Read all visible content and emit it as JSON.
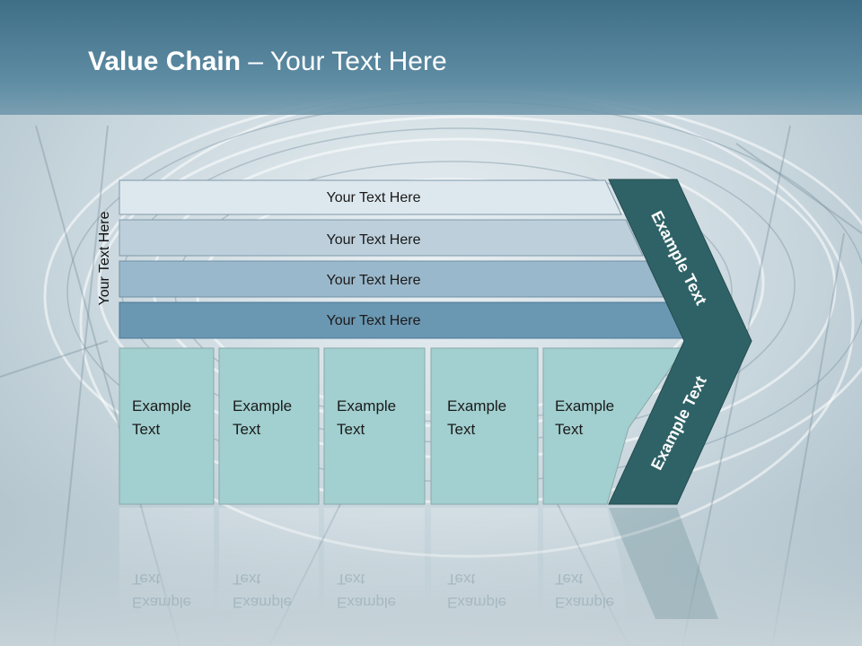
{
  "title": {
    "bold": "Value Chain",
    "rest": " – Your Text Here"
  },
  "side_label": "Your Text Here",
  "rows": [
    {
      "label": "Your Text Here",
      "fill": "#dde8ee"
    },
    {
      "label": "Your Text Here",
      "fill": "#bccfdb"
    },
    {
      "label": "Your Text Here",
      "fill": "#9ab8cb"
    },
    {
      "label": "Your Text Here",
      "fill": "#6a97b2"
    }
  ],
  "columns": [
    {
      "line1": "Example",
      "line2": "Text"
    },
    {
      "line1": "Example",
      "line2": "Text"
    },
    {
      "line1": "Example",
      "line2": "Text"
    },
    {
      "line1": "Example",
      "line2": "Text"
    },
    {
      "line1": "Example",
      "line2": "Text"
    }
  ],
  "chevron_top_label": "Example Text",
  "chevron_bottom_label": "Example Text",
  "colors": {
    "column_fill": "#a2cfcf",
    "chevron_fill": "#2f6266",
    "title_bar": "#4d7d96"
  }
}
